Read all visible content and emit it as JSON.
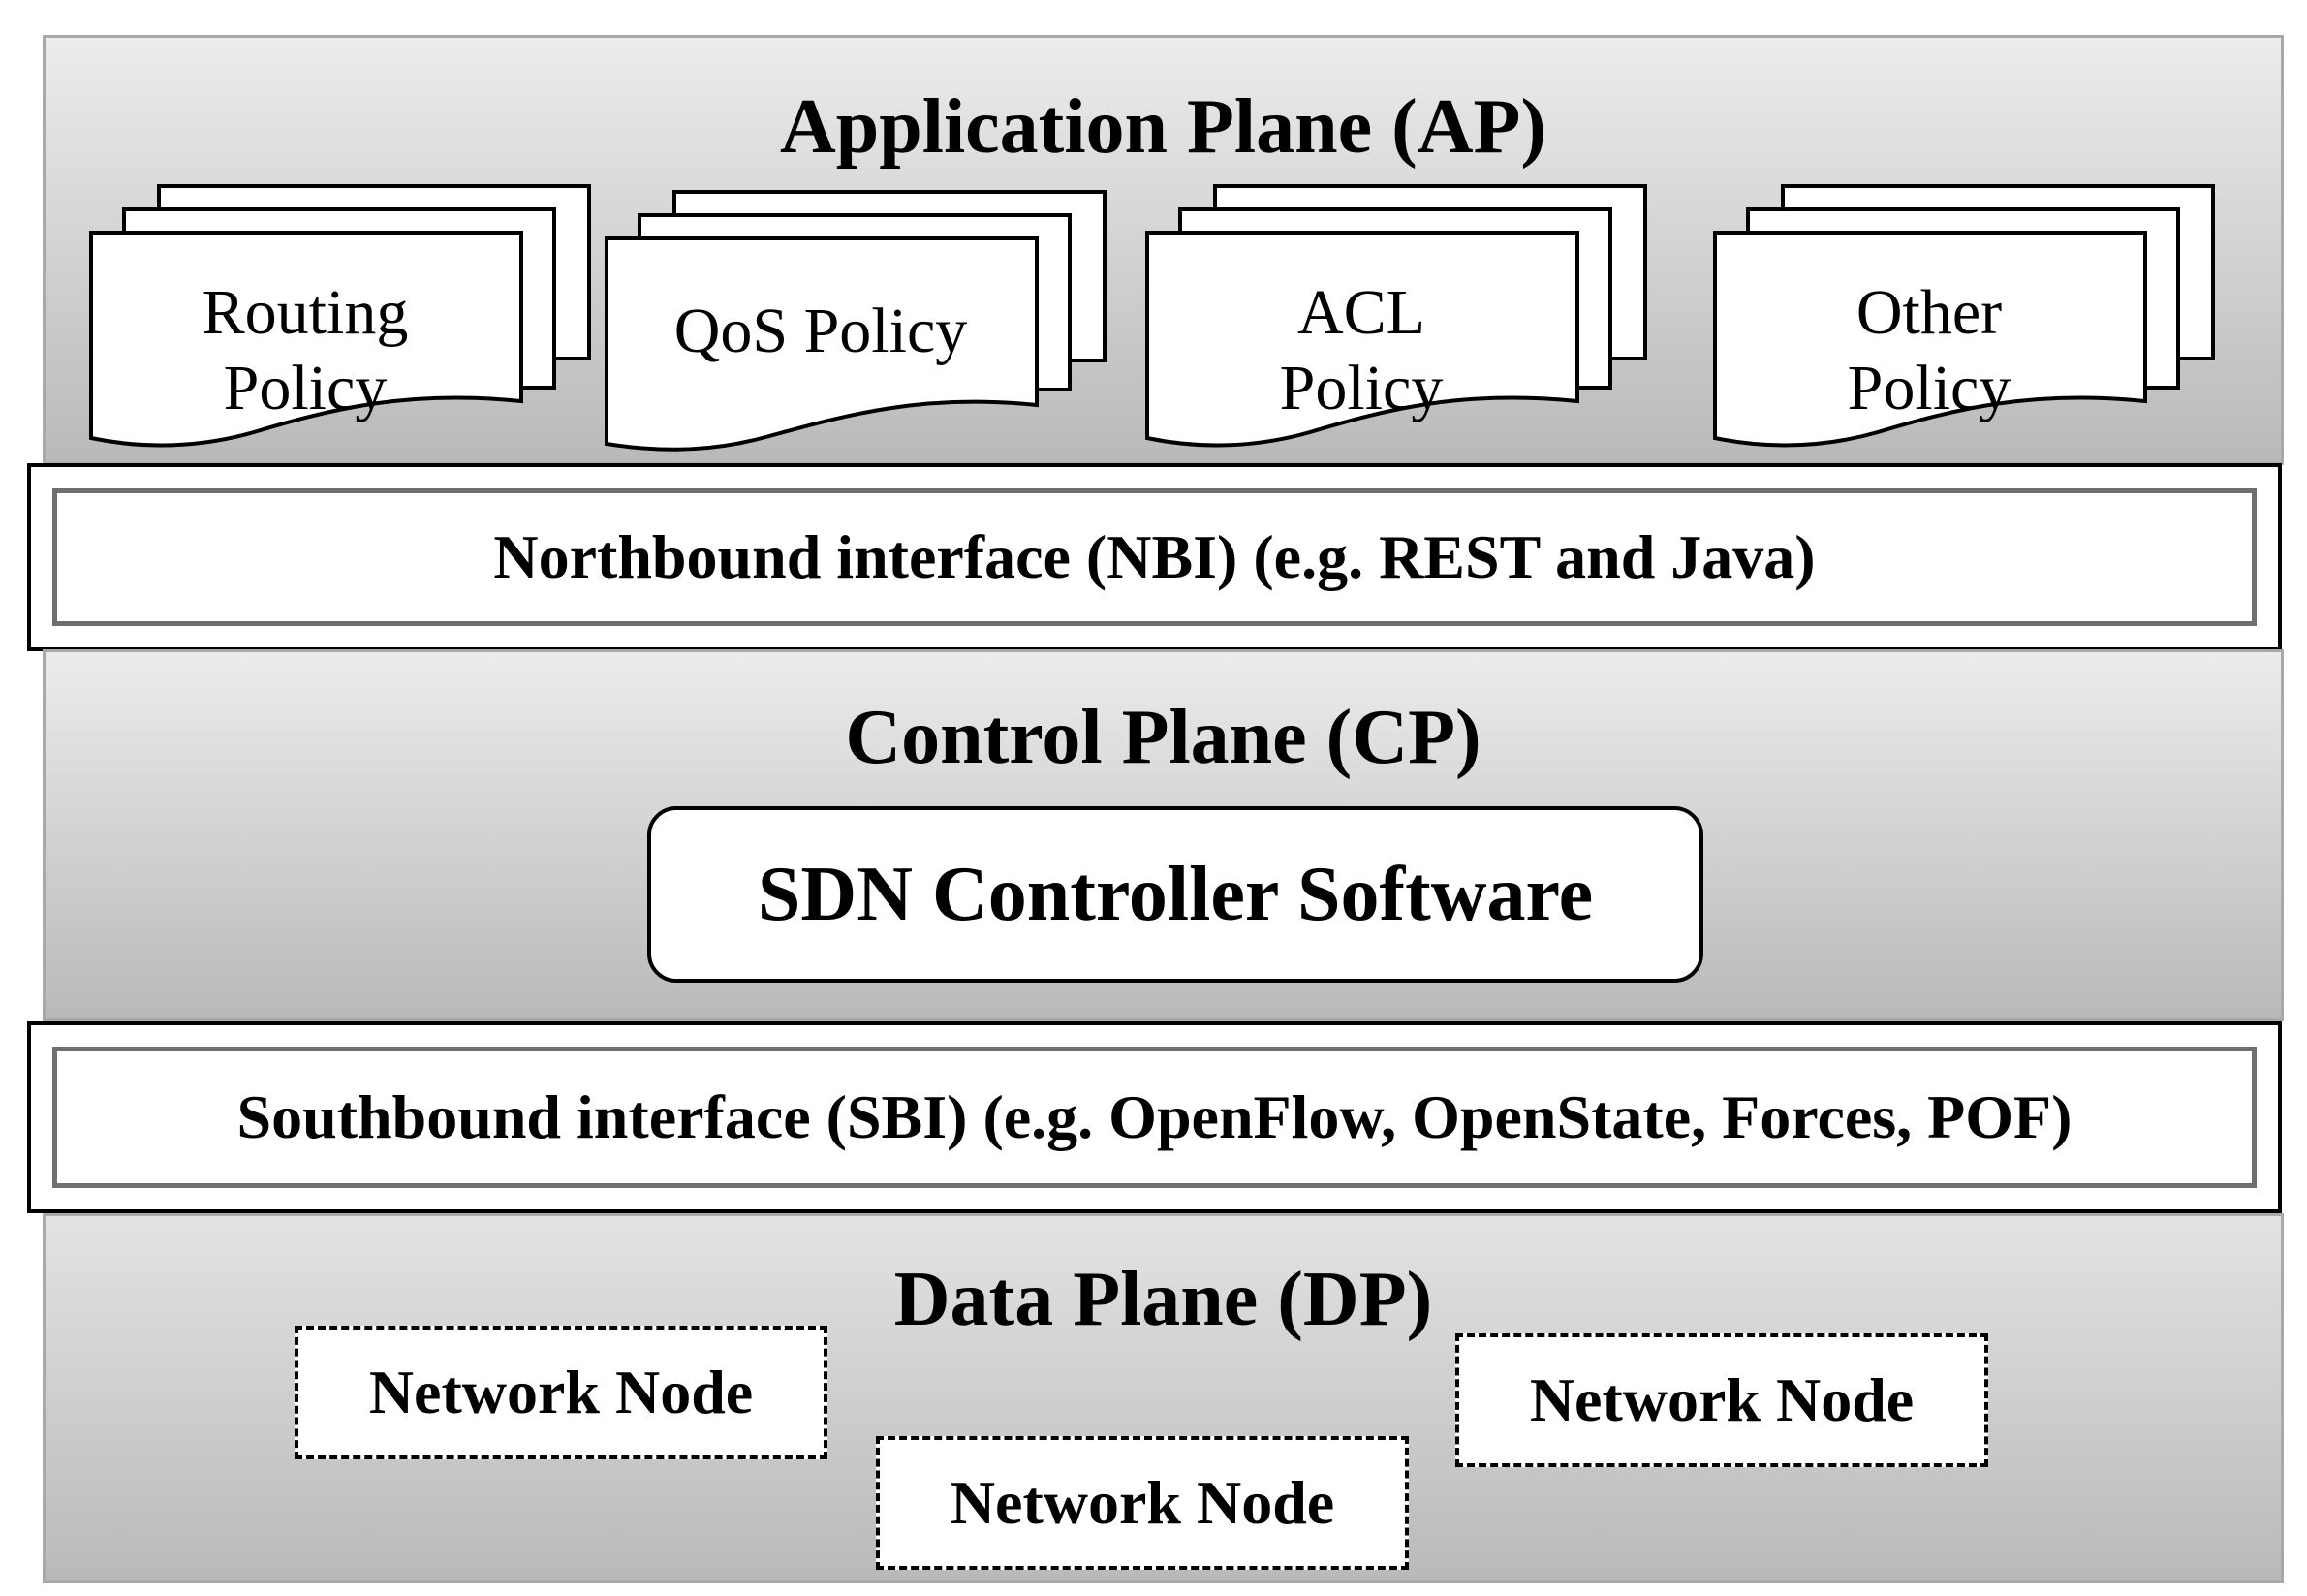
{
  "application_plane": {
    "title": "Application Plane (AP)",
    "policies": [
      {
        "label": "Routing\nPolicy"
      },
      {
        "label": "QoS Policy"
      },
      {
        "label": "ACL\nPolicy"
      },
      {
        "label": "Other\nPolicy"
      }
    ]
  },
  "northbound_interface": {
    "label": "Northbound interface (NBI) (e.g. REST and Java)"
  },
  "control_plane": {
    "title": "Control Plane (CP)",
    "controller": "SDN Controller Software"
  },
  "southbound_interface": {
    "label": "Southbound interface (SBI) (e.g. OpenFlow, OpenState, Forces, POF)"
  },
  "data_plane": {
    "title": "Data Plane (DP)",
    "nodes": [
      {
        "label": "Network Node"
      },
      {
        "label": "Network Node"
      },
      {
        "label": "Network Node"
      }
    ]
  }
}
